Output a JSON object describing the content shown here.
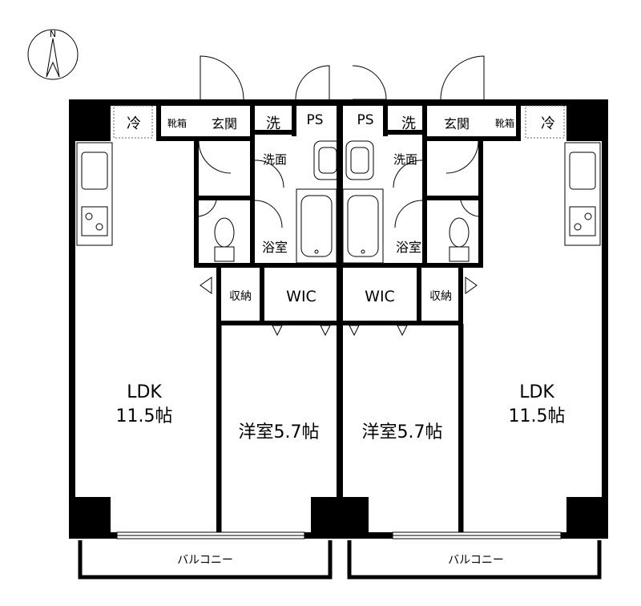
{
  "compass": {
    "north_label": "N"
  },
  "units": {
    "left": {
      "ldk": "LDK",
      "ldk_size": "11.5帖",
      "bedroom": "洋室5.7帖",
      "wic": "WIC",
      "storage": "収納",
      "bath": "浴室",
      "washroom": "洗面",
      "entrance": "玄関",
      "shoe_box": "靴箱",
      "fridge": "冷",
      "washer": "洗",
      "ps": "PS",
      "balcony": "バルコニー"
    },
    "right": {
      "ldk": "LDK",
      "ldk_size": "11.5帖",
      "bedroom": "洋室5.7帖",
      "wic": "WIC",
      "storage": "収納",
      "bath": "浴室",
      "washroom": "洗面",
      "entrance": "玄関",
      "shoe_box": "靴箱",
      "fridge": "冷",
      "washer": "洗",
      "ps": "PS",
      "balcony": "バルコニー"
    }
  }
}
